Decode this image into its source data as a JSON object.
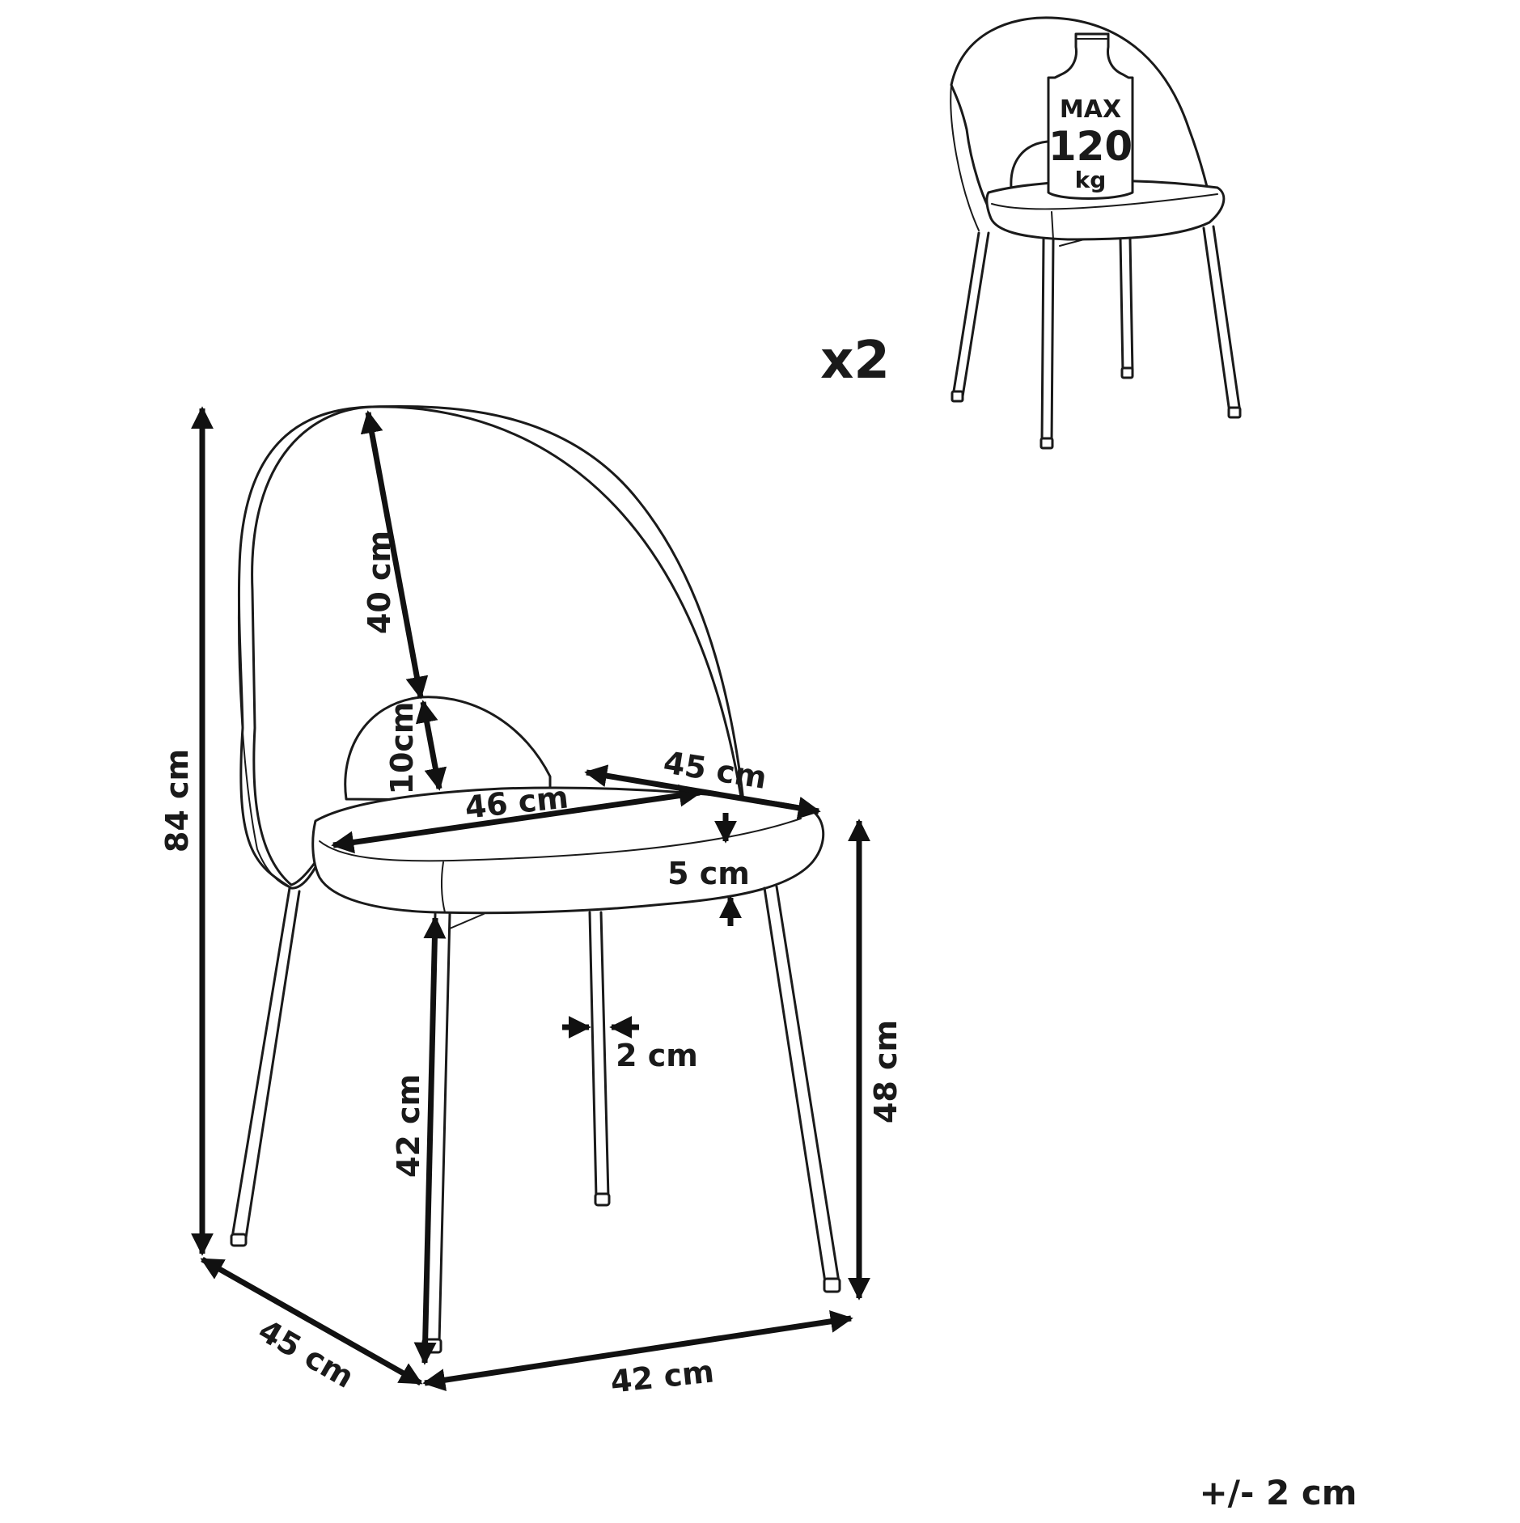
{
  "dimensions": {
    "total_height": "84 cm",
    "backrest_height": "40 cm",
    "backrest_gap": "10cm",
    "seat_width": "46 cm",
    "seat_depth_top": "45 cm",
    "seat_thickness": "5 cm",
    "leg_diameter": "2 cm",
    "leg_height": "42 cm",
    "seat_height": "48 cm",
    "base_depth": "45 cm",
    "base_width": "42 cm"
  },
  "quantity": "x2",
  "max_load": {
    "line1": "MAX",
    "line2": "120",
    "line3": "kg"
  },
  "tolerance": "+/- 2 cm",
  "colors": {
    "line": "#1a1a1a",
    "background": "#ffffff"
  }
}
